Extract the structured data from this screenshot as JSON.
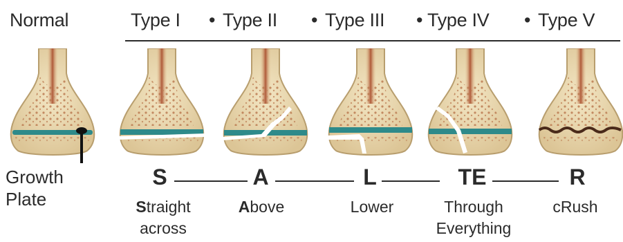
{
  "headers": {
    "normal": "Normal",
    "type1": "Type I",
    "type2": "Type II",
    "type3": "Type III",
    "type4": "Type IV",
    "type5": "Type V",
    "dot": "•"
  },
  "growth_plate": {
    "line1": "Growth",
    "line2": "Plate"
  },
  "mnemonic": [
    {
      "letters": "S",
      "desc_bold": "S",
      "desc_rest": "traight",
      "desc_line2": "across"
    },
    {
      "letters": "A",
      "desc_bold": "A",
      "desc_rest": "bove",
      "desc_line2": ""
    },
    {
      "letters": "L",
      "desc_bold": "",
      "desc_rest": "Lower",
      "desc_line2": ""
    },
    {
      "letters": "TE",
      "desc_bold": "",
      "desc_rest": "Through",
      "desc_line2": "Everything"
    },
    {
      "letters": "R",
      "desc_bold": "",
      "desc_rest": "cRush",
      "desc_line2": ""
    }
  ],
  "colors": {
    "bone_fill": "#ecdcb4",
    "bone_outline": "#b89e6e",
    "marrow": "#a84a2a",
    "growth_plate": "#2e8a8a",
    "text": "#2b2b2b"
  }
}
